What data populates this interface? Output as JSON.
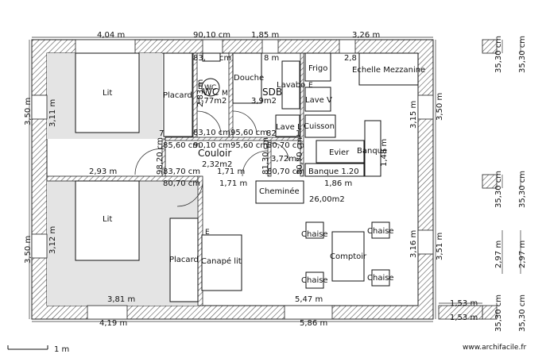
{
  "labels": {
    "room_lit_1": "Lit",
    "room_lit_2": "Lit",
    "room_placard_1": "Placard",
    "room_placard_2": "Placard",
    "room_wc": "WC",
    "room_wc_icon": "WC",
    "room_douche": "Douche",
    "room_sdb": "SDB",
    "room_lavabo": "Lavabo",
    "room_frigo": "Frigo",
    "room_echelle": "Echelle Mezzanine",
    "room_lave_v": "Lave V",
    "room_lave_l": "Lave L",
    "room_cuisson": "Cuisson",
    "room_evier": "Evier",
    "room_banque": "Banque",
    "room_banque_120": "Banque 1.20",
    "room_couloir": "Couloir",
    "room_cheminee": "Cheminée",
    "room_chaise_1": "Chaise",
    "room_chaise_2": "Chaise",
    "room_chaise_3": "Chaise",
    "room_chaise_4": "Chaise",
    "room_comptoir": "Comptoir",
    "room_canape": "Canapé lit",
    "area_wc": "1,77m2",
    "area_sdb": "3,9m2",
    "area_couloir": "2,32m2",
    "area_cuisine": "3,72m2",
    "area_sejour": "26,00m2",
    "scale_label": "1 m",
    "watermark": "www.archifacile.fr"
  },
  "dims": {
    "top_1": "4,04 m",
    "top_2": "90,10 cm",
    "top_3": "1,85 m",
    "top_4": "3,26 m",
    "left_1": "3,50 m",
    "left_1b": "3,11 m",
    "left_2": "3,50 m",
    "left_2b": "3,12 m",
    "right_1": "3,15 m",
    "right_1b": "3,50 m",
    "right_2": "3,16 m",
    "right_2b": "3,51 m",
    "bottom_in_1": "3,81 m",
    "bottom_in_2": "5,47 m",
    "bottom_1": "4,19 m",
    "bottom_2": "5,86 m",
    "mid_1": "2,93 m",
    "mid_2": "83,70 cm",
    "mid_3": "1,71 m",
    "mid_4": "1,86 m",
    "mid_5": "80,70 cm",
    "mid_6": "1,71 m",
    "wc_w": "83,10 cm",
    "sdb_w": "95,60 cm",
    "c_1": "85,60 cm",
    "c_2": "90,10 cm",
    "c_3": "95,60 cm",
    "c_4": "80,70 cm",
    "c_5": "80,70 cm",
    "c_6": "80,70 cm",
    "v_1": "98,20 cm",
    "v_2": "81,30 cm",
    "v_3": "2,83 m",
    "v_4": "1,48 m",
    "small_83": "83,",
    "small_cm": "cm",
    "small_8m": "8 m",
    "small_28": "2,8",
    "small_7": "7",
    "small_82": "82",
    "small_1": "1",
    "small_e1": "E",
    "small_e2": "E",
    "small_e3": "E",
    "small_m": "M",
    "det_1": "35,30 cm",
    "det_2": "35,30 cm",
    "det_3": "35,30 cm",
    "det_4": "35,30 cm",
    "det_5": "2,97 m",
    "det_6": "2,97 m",
    "det_7": "35,30 cm",
    "det_8": "35,30 cm",
    "det_9": "1,53 m",
    "det_10": "1,53 m"
  },
  "colors": {
    "wall_fill": "#ffffff",
    "wall_stroke": "#222222",
    "hatch": "#555555",
    "bedroom_floor": "#e4e4e4",
    "floor": "#ffffff",
    "line": "#333333"
  }
}
